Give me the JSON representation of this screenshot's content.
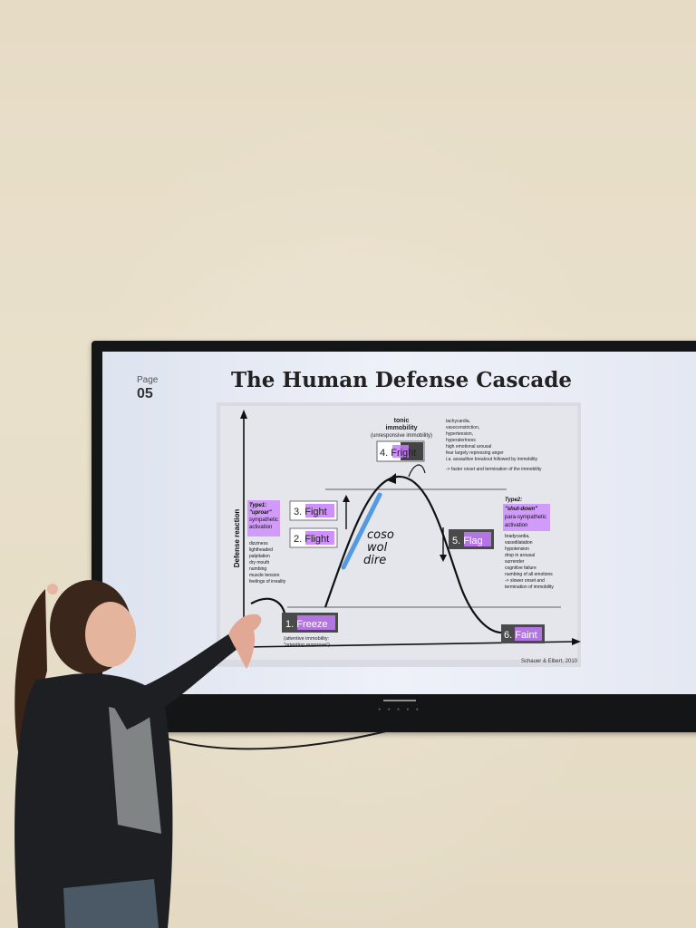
{
  "slide": {
    "page_label": "Page",
    "page_number": "05",
    "title": "The Human Defense Cascade",
    "y_axis_label": "Defense reaction",
    "citation": "Schauer & Elbert, 2010"
  },
  "stages": {
    "freeze": "1. Freeze",
    "freeze_sub1": "(attentive immobility:",
    "freeze_sub2": "\"orienting response\")",
    "flight": "2. Flight",
    "fight": "3. Fight",
    "fright": "4. Fright",
    "flag": "5. Flag",
    "faint": "6. Faint"
  },
  "tonic": {
    "l1": "tonic",
    "l2": "immobility",
    "l3": "(unresponsive immobility)"
  },
  "top_right_notes": [
    "tachycardia,",
    "vasoconstriction,",
    "hypertension,",
    "hyperalertness",
    "high emotional arousal",
    "fear largely repressing anger",
    "i.a. assaultive breakout followed by immobility",
    "-> faster onset and termination of the immobility"
  ],
  "type1": {
    "l1": "Type1:",
    "l2": "\"uproar\"",
    "l3": "sympathetic",
    "l4": "activation",
    "symptoms": [
      "dizziness",
      "lightheaded",
      "palpitation",
      "dry mouth",
      "numbing",
      "muscle tension",
      "feelings of irreality"
    ]
  },
  "type2": {
    "l1": "Type2:",
    "l2": "\"shut-down\"",
    "l3": "para-sympathetic",
    "l4": "activation",
    "symptoms": [
      "bradycardia,",
      "vasodilatation",
      "hypotension",
      "drop in arousal",
      "surrender",
      "cognitive failure",
      "numbing of all emotions",
      "-> slower onset and",
      "termination of immobility"
    ]
  },
  "handwriting": {
    "l1": "coso",
    "l2": "wol",
    "l3": "dire"
  },
  "colors": {
    "highlight": "#c77bff",
    "stage_box_dark": "#4a4a4a"
  }
}
